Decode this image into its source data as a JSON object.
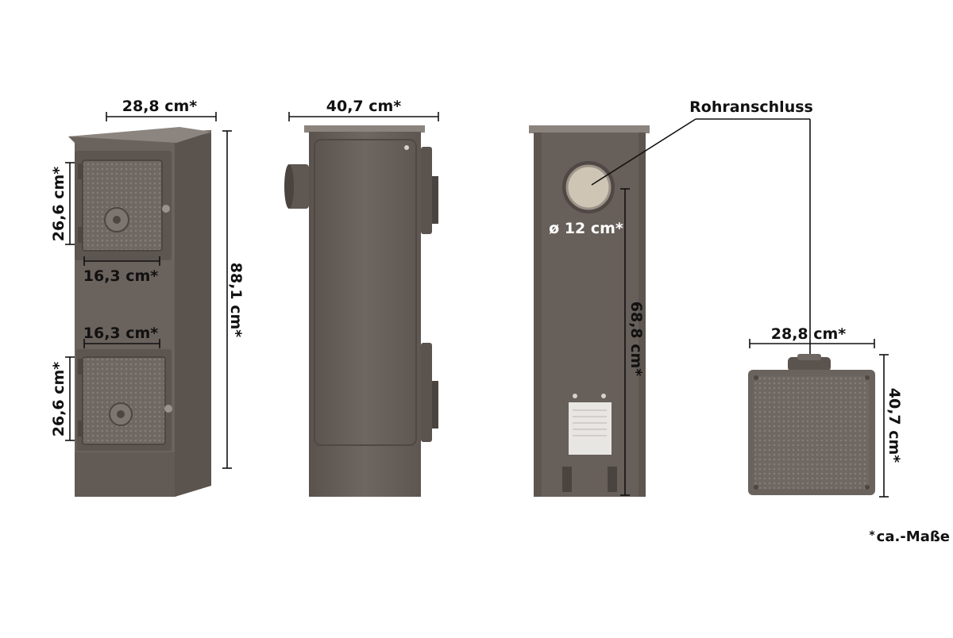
{
  "colors": {
    "stove_body": "#6c635e",
    "stove_top": "#8e8783",
    "stove_dark": "#4e4743",
    "door_face": "#7a726d",
    "pipe_inner": "#c9bfb0",
    "line": "#111111"
  },
  "front_view": {
    "width_label": "28,8 cm*",
    "height_label": "88,1 cm*",
    "upper_door_height_label": "26,6 cm*",
    "upper_door_width_label": "16,3 cm*",
    "lower_door_width_label": "16,3 cm*",
    "lower_door_height_label": "26,6 cm*"
  },
  "side_view": {
    "depth_label": "40,7 cm*"
  },
  "back_view": {
    "pipe_callout_label": "Rohranschluss",
    "pipe_diameter_label": "ø 12 cm*",
    "pipe_height_label": "68,8 cm*"
  },
  "top_view": {
    "width_label": "28,8 cm*",
    "depth_label": "40,7 cm*"
  },
  "footnote": {
    "star": "*",
    "text": "ca.-Maße"
  }
}
